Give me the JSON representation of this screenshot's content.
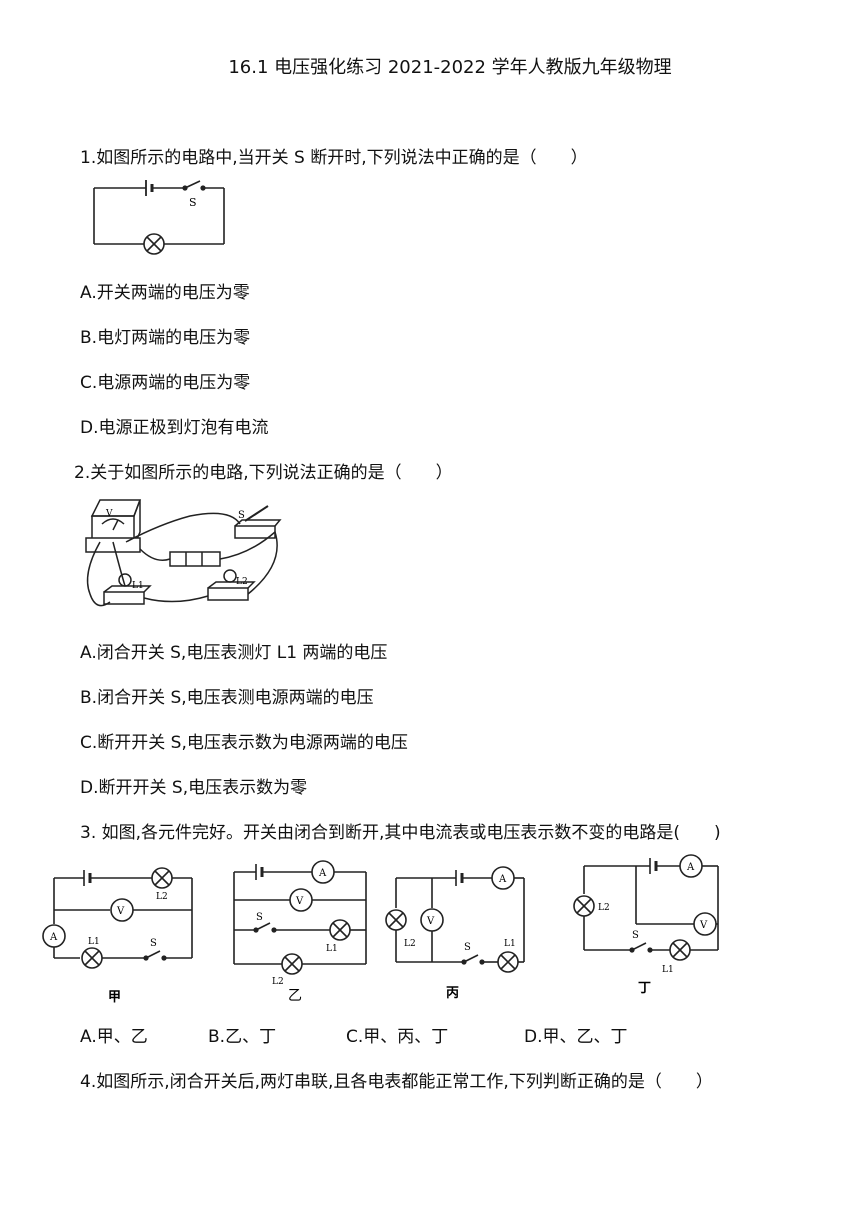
{
  "title": "16.1 电压强化练习 2021-2022 学年人教版九年级物理",
  "q1": {
    "stem": "1.如图所示的电路中,当开关 S 断开时,下列说法中正确的是（　　）",
    "fig_label_s": "S",
    "options": [
      "A.开关两端的电压为零",
      "B.电灯两端的电压为零",
      "C.电源两端的电压为零",
      "D.电源正极到灯泡有电流"
    ]
  },
  "q2": {
    "stem": "2.关于如图所示的电路,下列说法正确的是（　　）",
    "fig_labels": {
      "v": "V",
      "s": "S",
      "l1": "L1",
      "l2": "L2"
    },
    "options": [
      "A.闭合开关 S,电压表测灯 L1 两端的电压",
      "B.闭合开关 S,电压表测电源两端的电压",
      "C.断开开关 S,电压表示数为电源两端的电压",
      "D.断开开关 S,电压表示数为零"
    ]
  },
  "q3": {
    "stem": "3.  如图,各元件完好。开关由闭合到断开,其中电流表或电压表示数不变的电路是(　　)",
    "fig_captions": [
      "甲",
      "乙",
      "丙",
      "丁"
    ],
    "meter_a": "A",
    "meter_v": "V",
    "switch_s": "S",
    "lamp_l1": "L1",
    "lamp_l2": "L2",
    "options": [
      "A.甲、乙",
      "B.乙、丁",
      "C.甲、丙、丁",
      "D.甲、乙、丁"
    ]
  },
  "q4": {
    "stem": "4.如图所示,闭合开关后,两灯串联,且各电表都能正常工作,下列判断正确的是（　　）"
  }
}
